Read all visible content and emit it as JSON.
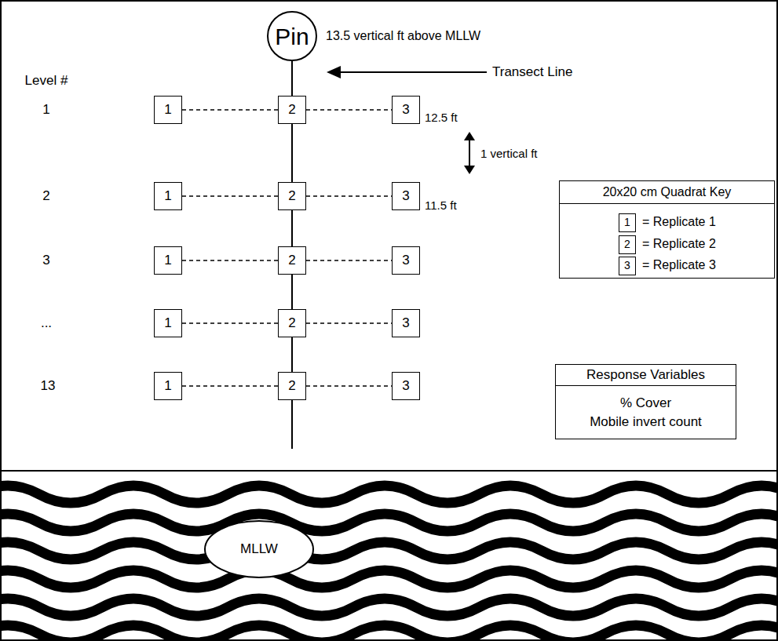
{
  "diagram": {
    "nodes": [
      {
        "text": [
          "Pin"
        ]
      },
      {
        "text": [
          "1"
        ]
      },
      {
        "text": [
          "2"
        ]
      },
      {
        "text": [
          "3"
        ]
      },
      {
        "text": [
          "1"
        ]
      },
      {
        "text": [
          "2"
        ]
      },
      {
        "text": [
          "3"
        ]
      },
      {
        "text": [
          "1"
        ]
      },
      {
        "text": [
          "2"
        ]
      },
      {
        "text": [
          "3"
        ]
      },
      {
        "text": [
          "1"
        ]
      },
      {
        "text": [
          "2"
        ]
      },
      {
        "text": [
          "3"
        ]
      },
      {
        "text": [
          "1"
        ]
      },
      {
        "text": [
          "2"
        ]
      },
      {
        "text": [
          "3"
        ]
      },
      {
        "text": [
          "20x20 cm Quadrat Key"
        ]
      },
      {
        "text": [
          "1"
        ],
        "in": 16
      },
      {
        "text": [
          "2"
        ],
        "in": 16
      },
      {
        "text": [
          "3"
        ],
        "in": 16
      },
      {
        "text": [
          "Response Variables",
          "% Cover",
          "Mobile invert count"
        ]
      },
      {
        "text": [
          "MLLW"
        ]
      }
    ],
    "edges": [
      {
        "from": 0,
        "to": 2,
        "arrow": "none"
      },
      {
        "from": 2,
        "to": 5,
        "arrow": "none"
      },
      {
        "from": 5,
        "to": 8,
        "arrow": "none"
      },
      {
        "from": 8,
        "to": 11,
        "arrow": "none"
      },
      {
        "from": 11,
        "to": 14,
        "arrow": "none"
      },
      {
        "from": 1,
        "to": 2,
        "arrow": "none"
      },
      {
        "from": 2,
        "to": 3,
        "arrow": "none"
      },
      {
        "from": 4,
        "to": 5,
        "arrow": "none"
      },
      {
        "from": 5,
        "to": 6,
        "arrow": "none"
      },
      {
        "from": 7,
        "to": 8,
        "arrow": "none"
      },
      {
        "from": 8,
        "to": 9,
        "arrow": "none"
      },
      {
        "from": 10,
        "to": 11,
        "arrow": "none"
      },
      {
        "from": 11,
        "to": 12,
        "arrow": "none"
      },
      {
        "from": 13,
        "to": 14,
        "arrow": "none"
      },
      {
        "from": 14,
        "to": 15,
        "arrow": "none"
      }
    ],
    "labels": [
      "13.5 vertical ft above MLLW",
      "Transect Line",
      "Level #",
      "1",
      "2",
      "3",
      "...",
      "13",
      "12.5 ft",
      "1 vertical ft",
      "11.5 ft",
      "= Replicate 1",
      "= Replicate 2",
      "= Replicate 3"
    ]
  }
}
